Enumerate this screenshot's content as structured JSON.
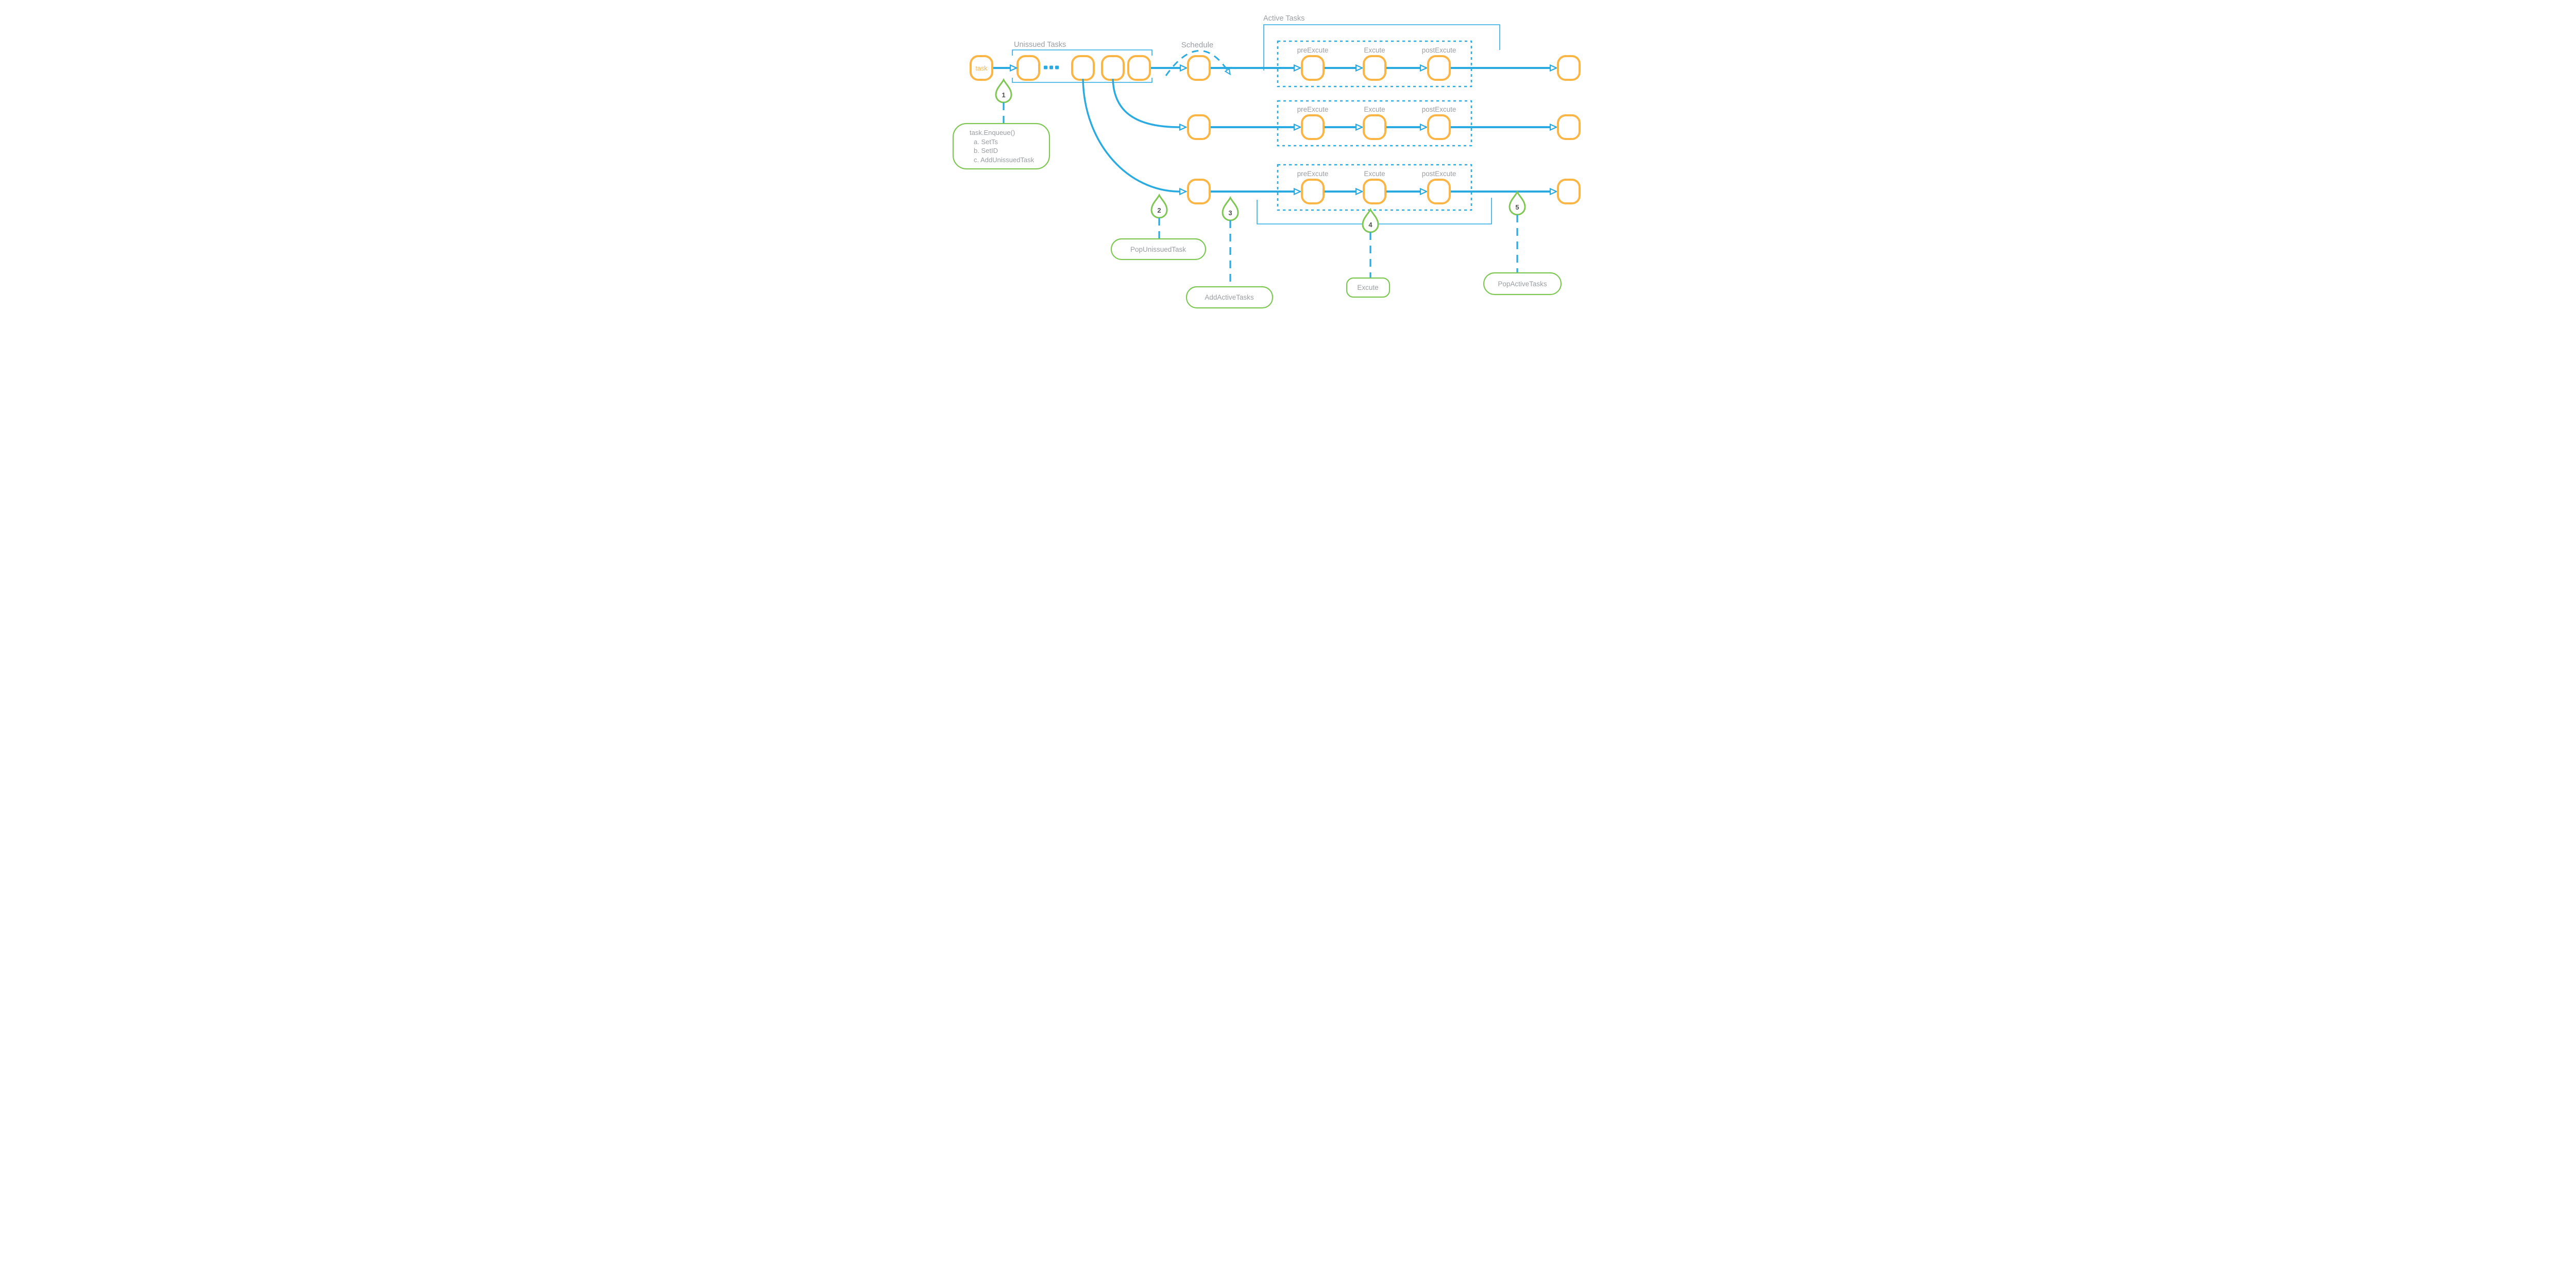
{
  "labels": {
    "unissued_tasks": "Unissued Tasks",
    "active_tasks": "Active Tasks",
    "schedule": "Schedule",
    "task": "task",
    "pre_execute": "preExcute",
    "execute": "Excute",
    "post_execute": "postExcute"
  },
  "annotations": [
    {
      "number": "1",
      "lines": [
        "task.Enqueue()",
        "a. SetTs",
        "b. SetID",
        "c. AddUnissuedTask"
      ]
    },
    {
      "number": "2",
      "label": "PopUnissuedTask"
    },
    {
      "number": "3",
      "label": "AddActiveTasks"
    },
    {
      "number": "4",
      "label": "Excute"
    },
    {
      "number": "5",
      "label": "PopActiveTasks"
    }
  ],
  "colors": {
    "blue": "#29ABE2",
    "yellow": "#FBB545",
    "green": "#7DC752",
    "gray": "#9B9EA1",
    "dark": "#4D4F52"
  }
}
